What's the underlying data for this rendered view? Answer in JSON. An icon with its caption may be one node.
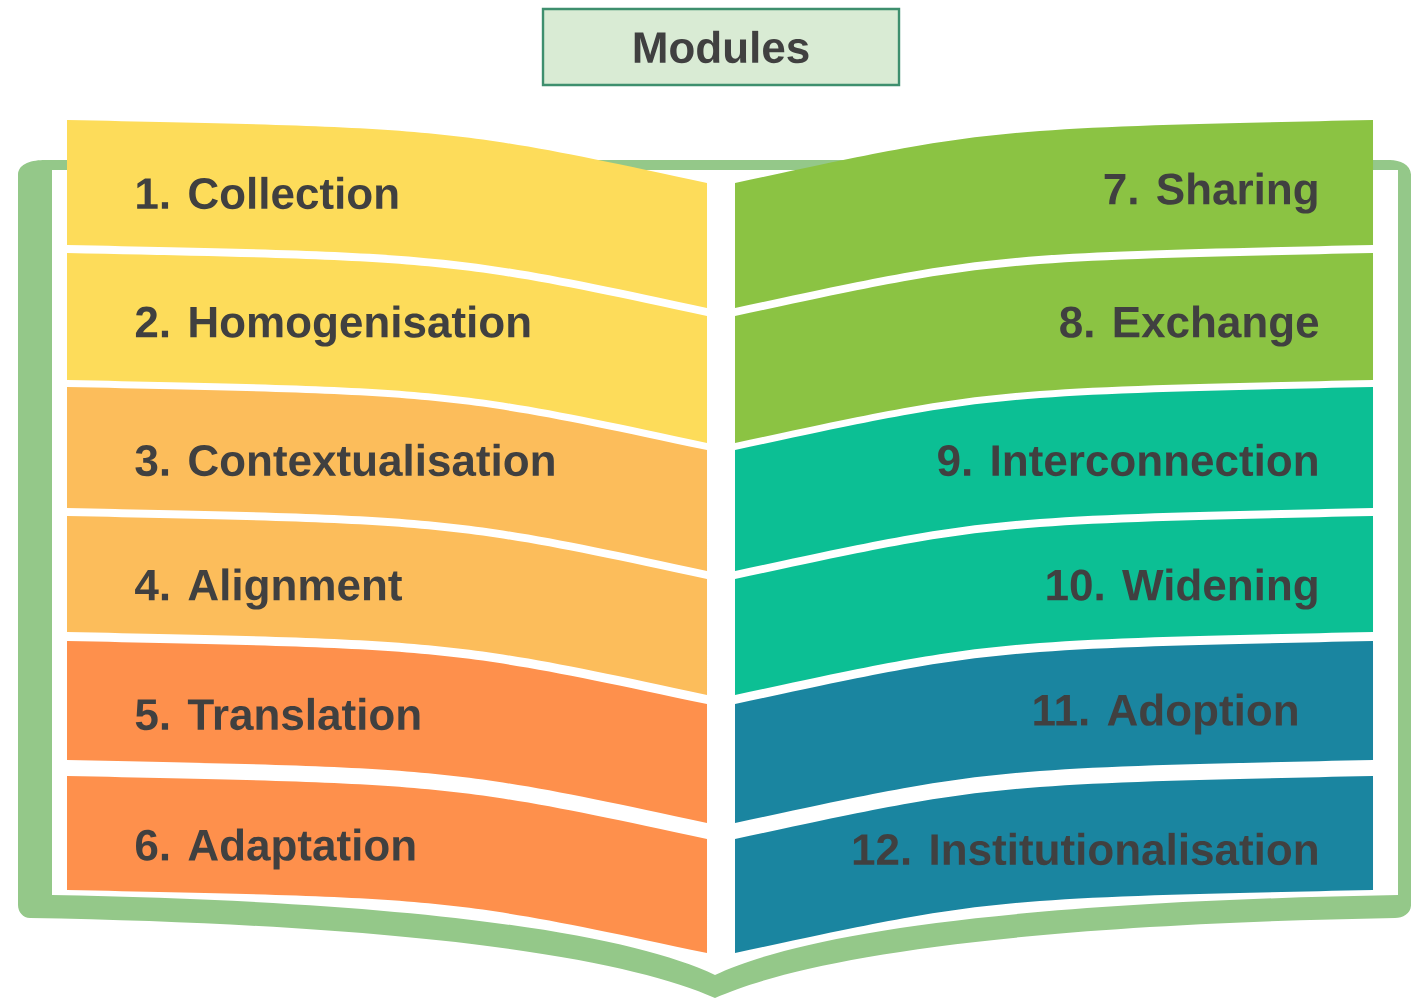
{
  "diagram": {
    "nodes": [
      {
        "text": [
          "Modules"
        ]
      },
      {
        "text": [
          "1. Collection"
        ]
      },
      {
        "text": [
          "2. Homogenisation"
        ]
      },
      {
        "text": [
          "3. Contextualisation"
        ]
      },
      {
        "text": [
          "4. Alignment"
        ]
      },
      {
        "text": [
          "5. Translation"
        ]
      },
      {
        "text": [
          "6. Adaptation"
        ]
      },
      {
        "text": [
          "7. Sharing"
        ]
      },
      {
        "text": [
          "8. Exchange"
        ]
      },
      {
        "text": [
          "9. Interconnection"
        ]
      },
      {
        "text": [
          "10. Widening"
        ]
      },
      {
        "text": [
          "11. Adoption"
        ]
      },
      {
        "text": [
          "12. Institutionalisation"
        ]
      }
    ]
  }
}
